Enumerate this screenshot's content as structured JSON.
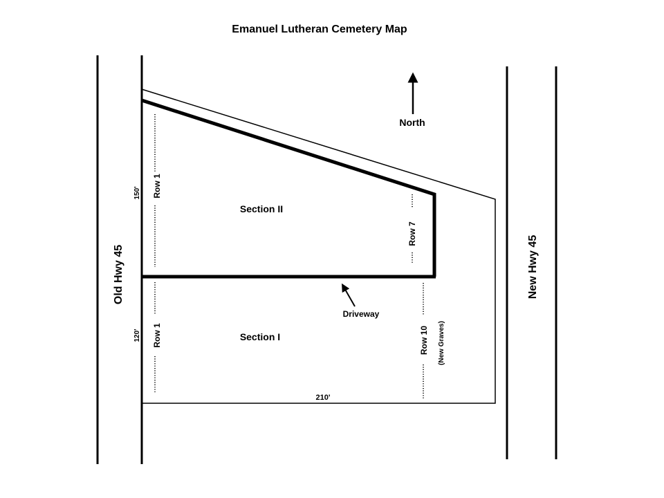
{
  "title": "Emanuel Lutheran Cemetery Map",
  "roads": {
    "west": "Old Hwy 45",
    "east": "New Hwy 45"
  },
  "north_label": "North",
  "sections": {
    "upper": "Section II",
    "lower": "Section I"
  },
  "rows": {
    "upper_west": "Row 1",
    "upper_east": "Row 7",
    "lower_west": "Row 1",
    "lower_east": "Row 10",
    "lower_east_note": "(New Graves)"
  },
  "driveway_label": "Driveway",
  "dimensions": {
    "upper_depth": "150'",
    "lower_depth": "120'",
    "width": "210'"
  }
}
